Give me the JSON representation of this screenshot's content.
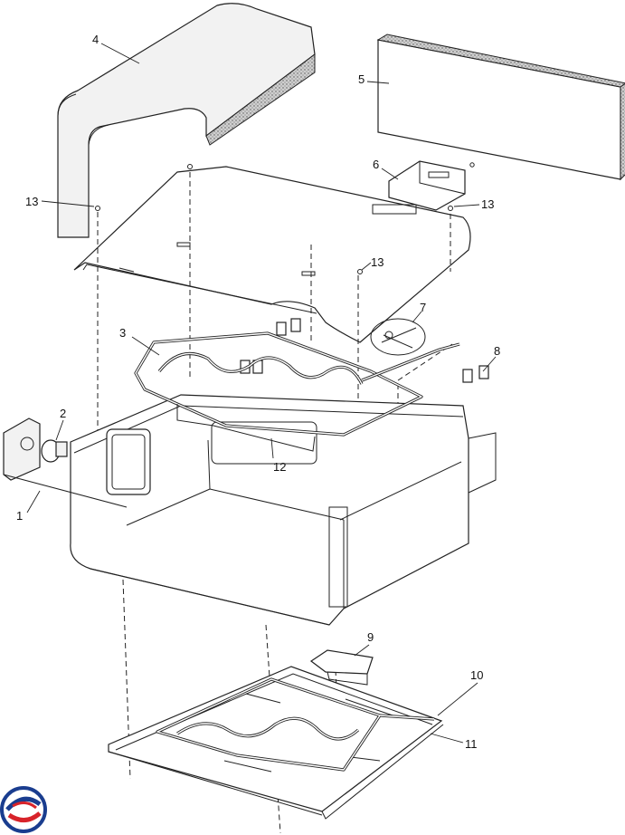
{
  "callouts": [
    {
      "id": "1",
      "label": "1"
    },
    {
      "id": "2",
      "label": "2"
    },
    {
      "id": "3",
      "label": "3"
    },
    {
      "id": "4",
      "label": "4"
    },
    {
      "id": "5",
      "label": "5"
    },
    {
      "id": "6",
      "label": "6"
    },
    {
      "id": "7",
      "label": "7"
    },
    {
      "id": "8",
      "label": "8"
    },
    {
      "id": "9",
      "label": "9"
    },
    {
      "id": "10",
      "label": "10"
    },
    {
      "id": "11",
      "label": "11"
    },
    {
      "id": "12",
      "label": "12"
    },
    {
      "id": "13a",
      "label": "13"
    },
    {
      "id": "13b",
      "label": "13"
    },
    {
      "id": "13c",
      "label": "13"
    }
  ],
  "logo": {
    "icon": "brand-swirl-logo",
    "colors": [
      "#1a3d8f",
      "#d8232a"
    ]
  }
}
